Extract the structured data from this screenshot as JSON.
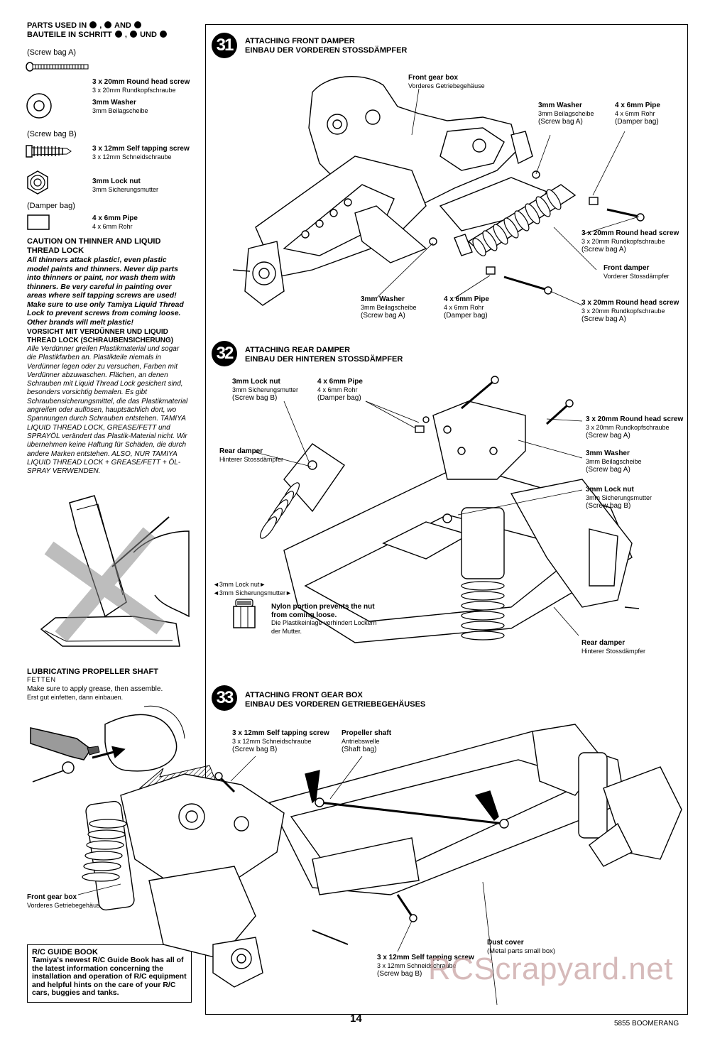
{
  "left": {
    "parts_title_en": "PARTS USED IN",
    "parts_title_en_and": "AND",
    "parts_title_de": "BAUTEILE IN SCHRITT",
    "parts_title_de_und": "UND",
    "bag_a": "(Screw bag A)",
    "screw_en": "3 x 20mm Round head screw",
    "screw_de": "3 x 20mm Rundkopfschraube",
    "washer_en": "3mm Washer",
    "washer_de": "3mm Beilagscheibe",
    "bag_b": "(Screw bag B)",
    "tapping_en": "3 x 12mm Self tapping screw",
    "tapping_de": "3 x 12mm Schneidschraube",
    "locknut_en": "3mm Lock nut",
    "locknut_de": "3mm Sicherungsmutter",
    "bag_damper": "(Damper bag)",
    "pipe_en": "4 x 6mm Pipe",
    "pipe_de": "4 x 6mm Rohr",
    "caution_title": "CAUTION ON THINNER AND LIQUID THREAD LOCK",
    "caution_text": "All thinners attack plastic!, even plastic model paints and thinners. Never dip parts into thinners or paint, nor wash them with thinners. Be very careful in painting over areas where self tapping screws are used! Make sure to use only Tamiya Liquid Thread Lock to prevent screws from coming loose. Other brands will melt plastic!",
    "vorsicht_title": "VORSICHT MIT VERDÜNNER UND LIQUID THREAD LOCK (SCHRAUBENSICHERUNG)",
    "vorsicht_text": "Alle Verdünner greifen Plastikmaterial und sogar die Plastikfarben an. Plastikteile niemals in Verdünner legen oder zu versuchen, Farben mit Verdünner abzuwaschen. Flächen, an denen Schrauben mit Liquid Thread Lock gesichert sind, besonders vorsichtig bemalen. Es gibt Schraubensicherungsmittel, die das Plastikmaterial angreifen oder auflösen, hauptsächlich dort, wo Spannungen durch Schrauben entstehen. TAMIYA LIQUID THREAD LOCK, GREASE/FETT und SPRAYÖL verändert das Plastik-Material nicht. Wir übernehmen keine Haftung für Schäden, die durch andere Marken entstehen. ALSO, NUR TAMIYA LIQUID THREAD LOCK + GREASE/FETT + ÖL-SPRAY VERWENDEN.",
    "lube_title": "LUBRICATING PROPELLER SHAFT",
    "lube_de": "FETTEN",
    "lube_en_text": "Make sure to apply grease, then assemble.",
    "lube_de_text": "Erst gut einfetten, dann einbauen.",
    "guide_title": "R/C GUIDE BOOK",
    "guide_text": "Tamiya's newest R/C Guide Book has all of the latest information concerning the installation and operation of R/C equipment and helpful hints on the care of your R/C cars, buggies and tanks."
  },
  "step31": {
    "num": "31",
    "title_en": "ATTACHING FRONT DAMPER",
    "title_de": "EINBAU DER VORDEREN STOSSDÄMPFER",
    "gearbox_en": "Front gear box",
    "gearbox_de": "Vorderes Getriebegehäuse",
    "washer_en": "3mm Washer",
    "washer_de": "3mm Beilagscheibe",
    "washer_bag": "(Screw bag A)",
    "pipe_en": "4 x 6mm Pipe",
    "pipe_de": "4 x 6mm Rohr",
    "pipe_bag": "(Damper bag)",
    "screw_en": "3 x 20mm Round head screw",
    "screw_de": "3 x 20mm Rundkopfschraube",
    "screw_bag": "(Screw bag A)",
    "damper_en": "Front damper",
    "damper_de": "Vorderer Stossdämpfer"
  },
  "step32": {
    "num": "32",
    "title_en": "ATTACHING REAR DAMPER",
    "title_de": "EINBAU DER HINTEREN STOSSDÄMPFER",
    "locknut_en": "3mm Lock nut",
    "locknut_de": "3mm Sicherungsmutter",
    "locknut_bag": "(Screw bag B)",
    "pipe_en": "4 x 6mm Pipe",
    "pipe_de": "4 x 6mm Rohr",
    "pipe_bag": "(Damper bag)",
    "screw_en": "3 x 20mm Round head screw",
    "screw_de": "3 x 20mm Rundkopfschraube",
    "screw_bag": "(Screw bag A)",
    "washer_en": "3mm Washer",
    "washer_de": "3mm Beilagscheibe",
    "washer_bag": "(Screw bag A)",
    "rear_damper_en": "Rear damper",
    "rear_damper_de": "Hinterer Stossdämpfer",
    "nut_note_en": "◄3mm Lock nut►",
    "nut_note_de": "◄3mm Sicherungsmutter►",
    "nylon_en": "Nylon portion prevents the nut from coming loose.",
    "nylon_de": "Die Plastikeinlage verhindert Lockern der Mutter."
  },
  "step33": {
    "num": "33",
    "title_en": "ATTACHING FRONT GEAR BOX",
    "title_de": "EINBAU DES VORDEREN GETRIEBEGEHÄUSES",
    "tapping_en": "3 x 12mm Self tapping screw",
    "tapping_de": "3 x 12mm Schneidschraube",
    "tapping_bag": "(Screw bag B)",
    "shaft_en": "Propeller shaft",
    "shaft_de": "Antriebswelle",
    "shaft_bag": "(Shaft bag)",
    "gearbox_en": "Front gear box",
    "gearbox_de": "Vorderes Getriebegehäuse",
    "dust_en": "Dust cover",
    "dust_note": "(Metal parts small box)"
  },
  "footer": {
    "page": "14",
    "model": "5855 BOOMERANG",
    "watermark": "RCScrapyard.net"
  }
}
